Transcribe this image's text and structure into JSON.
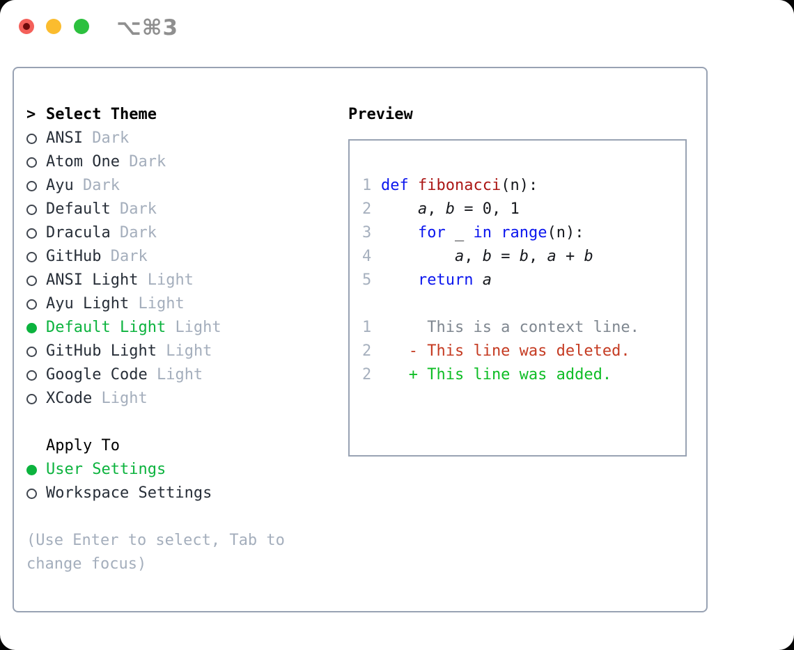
{
  "titlebar": {
    "shortcut": "⌥⌘3"
  },
  "picker": {
    "title": "Select Theme",
    "title_prefix": ">",
    "themes": [
      {
        "name": "ANSI",
        "tag": "Dark",
        "selected": false
      },
      {
        "name": "Atom One",
        "tag": "Dark",
        "selected": false
      },
      {
        "name": "Ayu",
        "tag": "Dark",
        "selected": false
      },
      {
        "name": "Default",
        "tag": "Dark",
        "selected": false
      },
      {
        "name": "Dracula",
        "tag": "Dark",
        "selected": false
      },
      {
        "name": "GitHub",
        "tag": "Dark",
        "selected": false
      },
      {
        "name": "ANSI Light",
        "tag": "Light",
        "selected": false
      },
      {
        "name": "Ayu Light",
        "tag": "Light",
        "selected": false
      },
      {
        "name": "Default Light",
        "tag": "Light",
        "selected": true
      },
      {
        "name": "GitHub Light",
        "tag": "Light",
        "selected": false
      },
      {
        "name": "Google Code",
        "tag": "Light",
        "selected": false
      },
      {
        "name": "XCode",
        "tag": "Light",
        "selected": false
      }
    ],
    "apply_to": {
      "title": "Apply To",
      "options": [
        {
          "name": "User Settings",
          "selected": true
        },
        {
          "name": "Workspace Settings",
          "selected": false
        }
      ]
    },
    "help": "(Use Enter to select, Tab to change focus)"
  },
  "preview": {
    "title": "Preview",
    "code_lines": [
      {
        "num": "1",
        "tokens": [
          {
            "t": "def ",
            "c": "kw"
          },
          {
            "t": "fibonacci",
            "c": "fn"
          },
          {
            "t": "(n):",
            "c": "pl"
          }
        ]
      },
      {
        "num": "2",
        "tokens": [
          {
            "t": "    ",
            "c": "pl"
          },
          {
            "t": "a",
            "c": "va"
          },
          {
            "t": ", ",
            "c": "pl"
          },
          {
            "t": "b",
            "c": "va"
          },
          {
            "t": " = 0, 1",
            "c": "pl"
          }
        ]
      },
      {
        "num": "3",
        "tokens": [
          {
            "t": "    ",
            "c": "pl"
          },
          {
            "t": "for",
            "c": "kw"
          },
          {
            "t": " _ ",
            "c": "pl"
          },
          {
            "t": "in",
            "c": "kw"
          },
          {
            "t": " ",
            "c": "pl"
          },
          {
            "t": "range",
            "c": "kw"
          },
          {
            "t": "(n):",
            "c": "pl"
          }
        ]
      },
      {
        "num": "4",
        "tokens": [
          {
            "t": "        ",
            "c": "pl"
          },
          {
            "t": "a",
            "c": "va"
          },
          {
            "t": ", ",
            "c": "pl"
          },
          {
            "t": "b",
            "c": "va"
          },
          {
            "t": " = ",
            "c": "pl"
          },
          {
            "t": "b",
            "c": "va"
          },
          {
            "t": ", ",
            "c": "pl"
          },
          {
            "t": "a",
            "c": "va"
          },
          {
            "t": " + ",
            "c": "pl"
          },
          {
            "t": "b",
            "c": "va"
          }
        ]
      },
      {
        "num": "5",
        "tokens": [
          {
            "t": "    ",
            "c": "pl"
          },
          {
            "t": "return",
            "c": "kw"
          },
          {
            "t": " ",
            "c": "pl"
          },
          {
            "t": "a",
            "c": "va"
          }
        ]
      }
    ],
    "diff_lines": [
      {
        "num": "1",
        "tokens": [
          {
            "t": "     This is a context line.",
            "c": "ctx"
          }
        ]
      },
      {
        "num": "2",
        "tokens": [
          {
            "t": "   - This line was deleted.",
            "c": "del"
          }
        ]
      },
      {
        "num": "2",
        "tokens": [
          {
            "t": "   + This line was added.",
            "c": "add"
          }
        ]
      }
    ]
  },
  "colors": {
    "accent_green": "#0cb33e",
    "keyword_blue": "#0b16ee",
    "function_red": "#ab1715",
    "deleted_red": "#c53b22",
    "added_green": "#0fbd26",
    "muted_gray": "#a4aebc",
    "border_gray": "#98a2b3",
    "traffic_red": "#f4605a",
    "traffic_yellow": "#fbbc2e",
    "traffic_green": "#2cc03e"
  }
}
